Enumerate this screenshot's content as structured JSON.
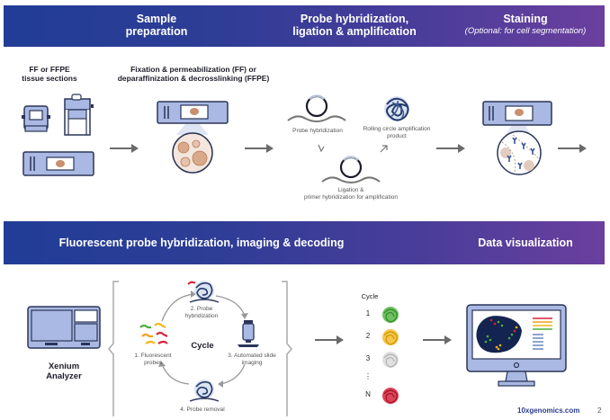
{
  "banner_top": {
    "sections": [
      {
        "title": "Sample\npreparation",
        "line1": "Sample",
        "line2": "preparation"
      },
      {
        "line1": "Probe hybridization,",
        "line2": "ligation & amplification"
      },
      {
        "line1": "Staining",
        "subtitle": "(Optional: for cell segmentation)"
      }
    ]
  },
  "row1": {
    "tissue_label": {
      "line1": "FF or FFPE",
      "line2": "tissue sections"
    },
    "fixation_label": {
      "line1": "Fixation & permeabilization (FF) or",
      "line2": "deparaffinization & decrosslinking (FFPE)"
    },
    "probe_hybridization": "Probe hybridization",
    "rca_product": {
      "line1": "Rolling circle amplification",
      "line2": "product"
    },
    "ligation": {
      "line1": "Ligation &",
      "line2": "primer hybridization for amplification"
    }
  },
  "banner_bottom": {
    "left": "Fluorescent probe hybridization, imaging & decoding",
    "right": "Data visualization"
  },
  "row2": {
    "analyzer_label": {
      "line1": "Xenium",
      "line2": "Analyzer"
    },
    "cycle_center": "Cycle",
    "steps": [
      {
        "line1": "1. Fluorescent",
        "line2": "probes"
      },
      {
        "line1": "2. Probe",
        "line2": "hybridization"
      },
      {
        "line1": "3. Automated slide",
        "line2": "imaging"
      },
      {
        "line1": "4. Probe removal",
        "line2": ""
      }
    ],
    "cycle_list": {
      "title": "Cycle",
      "items": [
        {
          "label": "1",
          "color": "#4caf3c"
        },
        {
          "label": "2",
          "color": "#f2b81c"
        },
        {
          "label": "3",
          "color": "#c8c8c8"
        },
        {
          "label": "⋮",
          "color": ""
        },
        {
          "label": "N",
          "color": "#d6243a"
        }
      ]
    }
  },
  "colors": {
    "banner_start": "#213d96",
    "banner_end": "#6b3f9e",
    "slide_fill": "#aab9e3",
    "outline": "#2a3557",
    "tissue": "#c98f6e",
    "arrow": "#6a6a6a"
  },
  "footer": {
    "site": "10xgenomics.com",
    "page": "2"
  }
}
